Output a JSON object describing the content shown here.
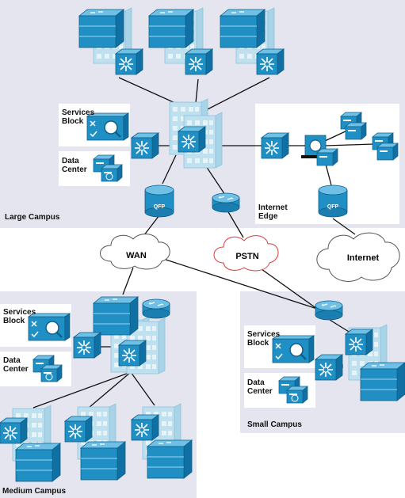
{
  "regions": {
    "large_campus": "Large Campus",
    "medium_campus": "Medium Campus",
    "small_campus": "Small Campus",
    "internet_edge": "Internet\nEdge"
  },
  "blocks": {
    "services_block": "Services\nBlock",
    "data_center": "Data\nCenter"
  },
  "clouds": {
    "wan": "WAN",
    "pstn": "PSTN",
    "internet": "Internet"
  },
  "device_labels": {
    "qfp": "QFP"
  },
  "colors": {
    "device_blue": "#1f8fc4",
    "device_light": "#7cc6e6",
    "building": "#bfe0ef",
    "zone_bg": "#e4e5ee",
    "pstn_outline": "#d43c3c"
  }
}
